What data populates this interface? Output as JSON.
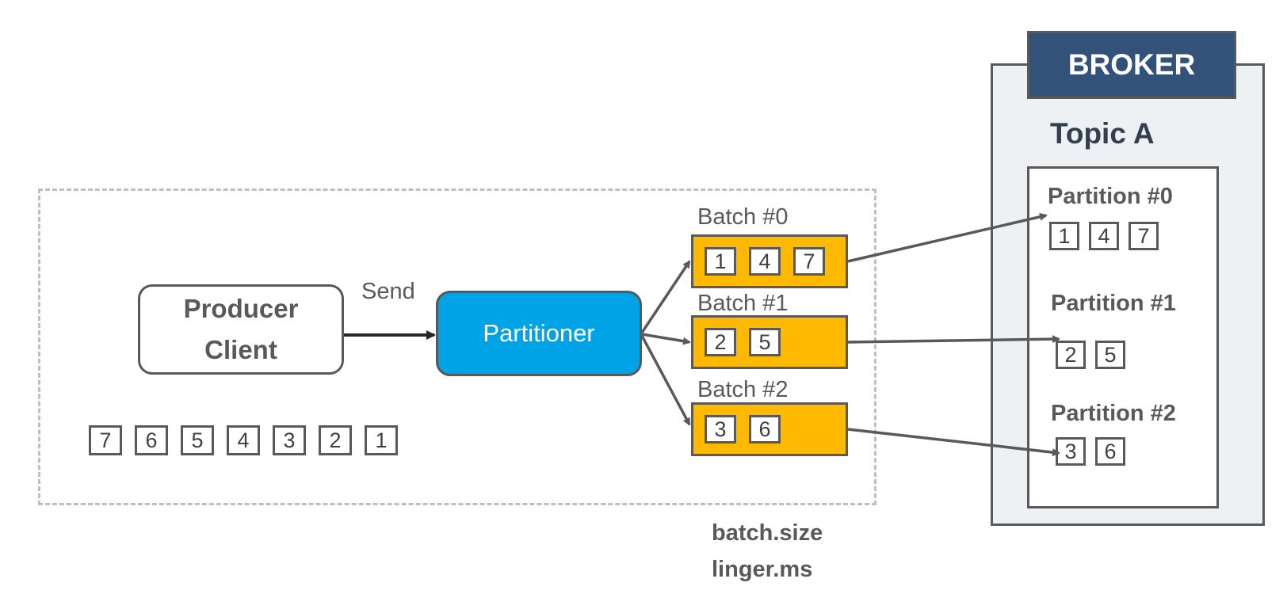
{
  "producer": {
    "client_line1": "Producer",
    "client_line2": "Client",
    "send_label": "Send",
    "partitioner_label": "Partitioner",
    "queue": [
      "7",
      "6",
      "5",
      "4",
      "3",
      "2",
      "1"
    ]
  },
  "batches": [
    {
      "label": "Batch #0",
      "messages": [
        "1",
        "4",
        "7"
      ]
    },
    {
      "label": "Batch #1",
      "messages": [
        "2",
        "5"
      ]
    },
    {
      "label": "Batch #2",
      "messages": [
        "3",
        "6"
      ]
    }
  ],
  "config": {
    "line1": "batch.size",
    "line2": "linger.ms"
  },
  "broker": {
    "title": "BROKER",
    "topic": "Topic A",
    "partitions": [
      {
        "label": "Partition #0",
        "messages": [
          "1",
          "4",
          "7"
        ]
      },
      {
        "label": "Partition #1",
        "messages": [
          "2",
          "5"
        ]
      },
      {
        "label": "Partition #2",
        "messages": [
          "3",
          "6"
        ]
      }
    ]
  },
  "colors": {
    "partitioner": "#00a3e6",
    "batch": "#ffb900",
    "broker_header": "#33527a",
    "broker_bg": "#edf1f3",
    "stroke": "#595959"
  }
}
